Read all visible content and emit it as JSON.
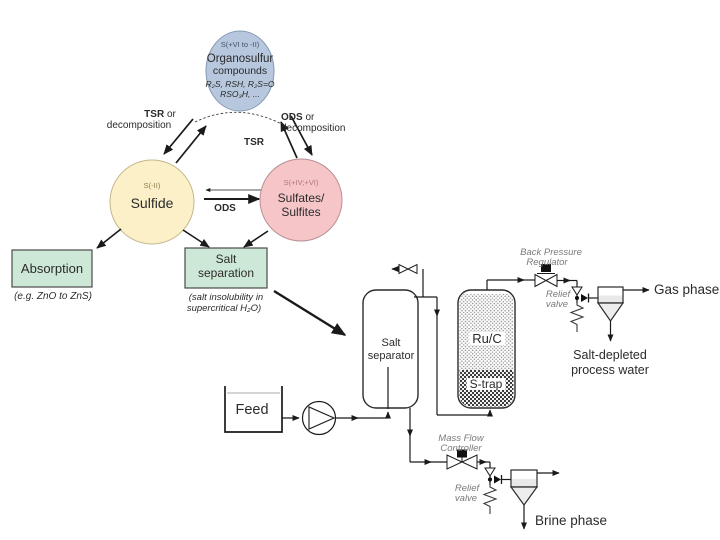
{
  "colors": {
    "organosulfur_fill": "#b7c7dd",
    "organosulfur_stroke": "#8699b3",
    "sulfide_fill": "#fcf0c8",
    "sulfide_stroke": "#c4b68c",
    "sulfates_fill": "#f5c5c8",
    "sulfates_stroke": "#b99094",
    "box_green_fill": "#cee8d7",
    "box_stroke": "#4a4a4a",
    "line_color": "#1a1a1a",
    "label_gray": "#7a7a7a"
  },
  "scheme": {
    "organosulfur": {
      "oxidation_state": "S(+VI to -II)",
      "title": "Organosulfur",
      "subtitle": "compounds",
      "formula_line1": "R₂S, RSH, R₂S=O",
      "formula_line2": "RSO₃H, ..."
    },
    "sulfide": {
      "oxidation_state": "S(-II)",
      "title": "Sulfide"
    },
    "sulfates": {
      "oxidation_state": "S(+IV;+VI)",
      "title_line1": "Sulfates/",
      "title_line2": "Sulfites"
    },
    "left_route": {
      "bold": "TSR",
      "suffix": " or",
      "line2": "decomposition"
    },
    "right_route": {
      "bold": "ODS",
      "suffix": " or",
      "line2": "decomposition"
    },
    "tsr_label": "TSR",
    "ods_label": "ODS",
    "absorption": {
      "title": "Absorption",
      "note": "(e.g. ZnO to ZnS)"
    },
    "salt_separation": {
      "title_line1": "Salt",
      "title_line2": "separation",
      "note_line1": "(salt insolubility in",
      "note_line2": "supercritical H₂O)"
    }
  },
  "process": {
    "feed_label": "Feed",
    "salt_separator": {
      "line1": "Salt",
      "line2": "separator"
    },
    "reactor": {
      "catalyst": "Ru/C",
      "trap": "S-trap"
    },
    "back_pressure_regulator": {
      "line1": "Back Pressure",
      "line2": "Regulator"
    },
    "relief_valve_top": {
      "line1": "Relief",
      "line2": "valve"
    },
    "relief_valve_bottom": {
      "line1": "Relief",
      "line2": "valve"
    },
    "mass_flow_controller": {
      "line1": "Mass Flow",
      "line2": "Controller"
    },
    "gas_phase_label": "Gas phase",
    "salt_depleted": {
      "line1": "Salt-depleted",
      "line2": "process water"
    },
    "brine_phase_label": "Brine phase"
  }
}
